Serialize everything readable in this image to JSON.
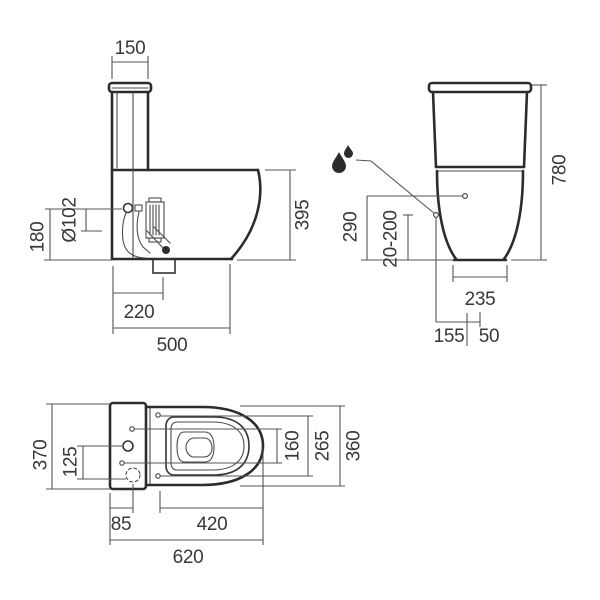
{
  "drawing": {
    "type": "technical-dimension-diagram",
    "subject": "close-coupled toilet suite",
    "units": "mm",
    "colors": {
      "background": "#ffffff",
      "outline": "#2c2c2c",
      "thin_line": "#4b4b4b",
      "dimension_line": "#545454",
      "text": "#383838"
    },
    "side_view": {
      "labels": {
        "tank_depth": "150",
        "bowl_height": "395",
        "outlet_diameter": "Ø102",
        "outlet_height": "180",
        "outlet_setout": "220",
        "overall_depth": "500"
      }
    },
    "rear_view": {
      "labels": {
        "overall_height": "780",
        "inlet_height": "290",
        "inlet_range": "20-200",
        "base_width": "235",
        "inlet_setout": "155",
        "inlet_offset": "50"
      },
      "icons": [
        "water-droplet-icon"
      ]
    },
    "plan_view": {
      "labels": {
        "overall_width": "370",
        "supply_spacing": "125",
        "bowl_inner_width": "160",
        "seat_width": "265",
        "bowl_width": "360",
        "drain_setout": "85",
        "seat_depth": "420",
        "overall_depth": "620"
      }
    }
  }
}
